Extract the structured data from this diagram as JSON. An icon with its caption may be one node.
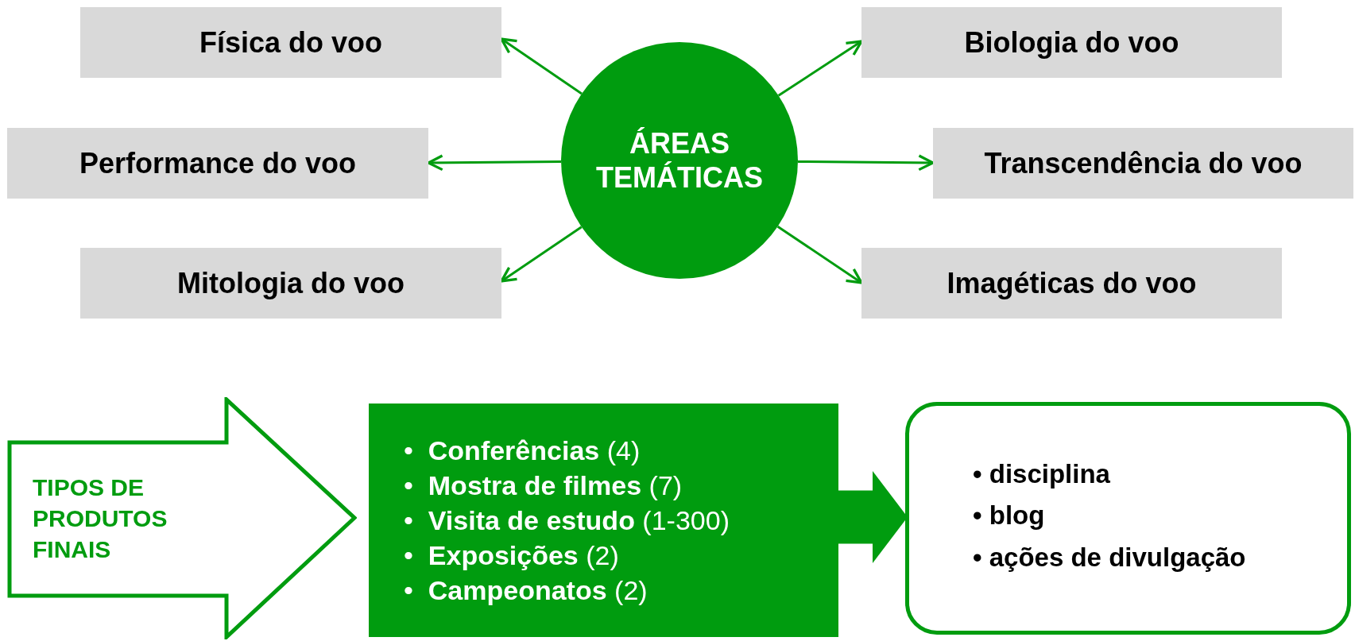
{
  "diagram": {
    "nodes": [
      {
        "text": [
          "ÁREAS TEMÁTICAS"
        ]
      },
      {
        "text": [
          "Física do voo"
        ]
      },
      {
        "text": [
          "Biologia do voo"
        ]
      },
      {
        "text": [
          "Performance do voo"
        ]
      },
      {
        "text": [
          "Transcendência do voo"
        ]
      },
      {
        "text": [
          "Mitologia do voo"
        ]
      },
      {
        "text": [
          "Imagéticas do voo"
        ]
      },
      {
        "text": [
          "TIPOS DE PRODUTOS FINAIS"
        ]
      },
      {
        "text": [
          "•  **Conferências** (4)",
          "•  **Mostra de filmes** (7)",
          "•  **Visita de estudo** (1-300)",
          "•  **Exposições** (2)",
          "•  **Campeonatos** (2)"
        ]
      },
      {
        "text": [
          "• disciplina",
          "• blog",
          "• ações de divulgação"
        ]
      }
    ],
    "edges": [
      {
        "from": 0,
        "to": 1,
        "arrow": "to"
      },
      {
        "from": 0,
        "to": 2,
        "arrow": "to"
      },
      {
        "from": 0,
        "to": 3,
        "arrow": "to"
      },
      {
        "from": 0,
        "to": 4,
        "arrow": "to"
      },
      {
        "from": 0,
        "to": 5,
        "arrow": "to"
      },
      {
        "from": 0,
        "to": 6,
        "arrow": "to"
      },
      {
        "from": 8,
        "to": 9,
        "arrow": "to",
        "style": "thick"
      }
    ]
  }
}
